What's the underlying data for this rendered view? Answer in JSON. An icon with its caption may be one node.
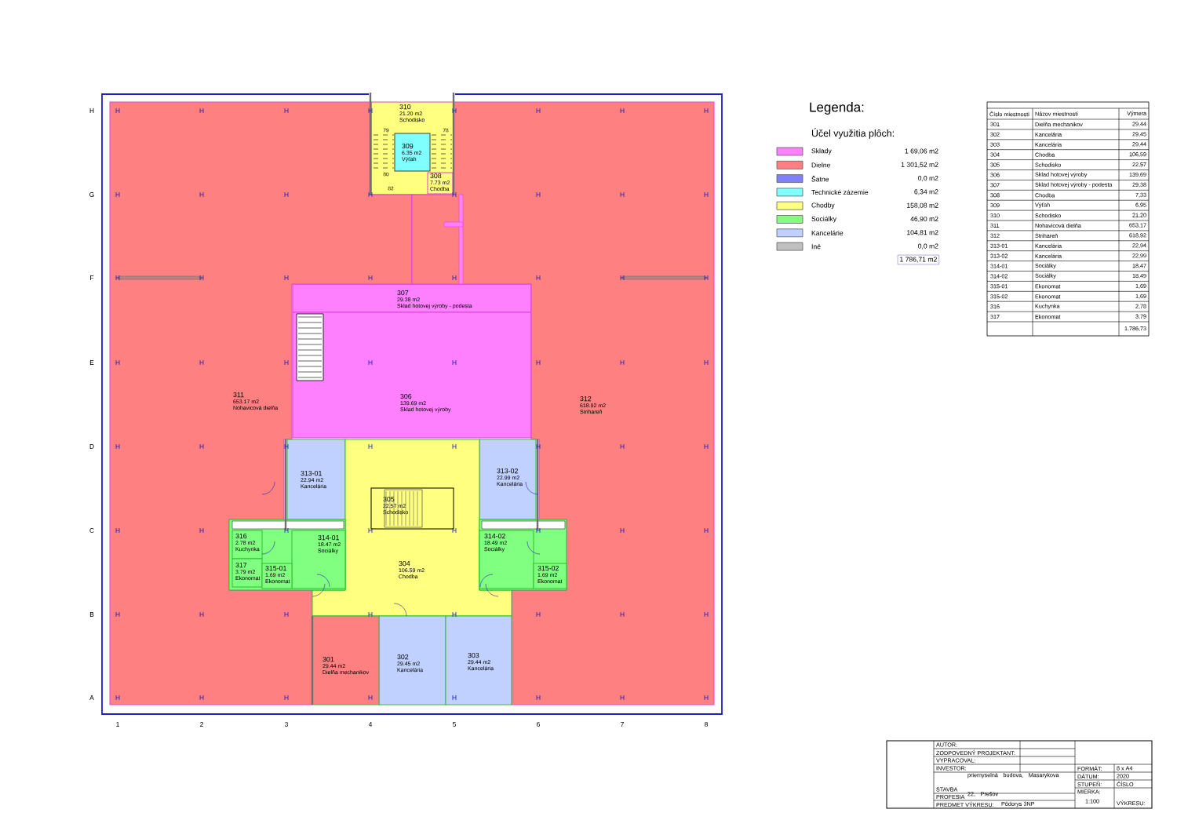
{
  "diagram": {
    "nodes": [
      {
        "text": [
          "310",
          "21.20 m2",
          "Schodisko"
        ]
      },
      {
        "text": [
          "309",
          "6.35 m2",
          "Výťah"
        ],
        "in": 0
      },
      {
        "text": [
          "308",
          "7.73 m2",
          "Chodba"
        ],
        "in": 0
      },
      {
        "text": [
          "307",
          "29.38 m2",
          "Sklad hotovej výroby - podesta"
        ]
      },
      {
        "text": [
          "311",
          "653.17 m2",
          "Nohavicová dielňa"
        ]
      },
      {
        "text": [
          "306",
          "139.69 m2",
          "Sklad hotovej výroby"
        ]
      },
      {
        "text": [
          "312",
          "618.92 m2",
          "Strihareň"
        ]
      },
      {
        "text": [
          "313-01",
          "22.94 m2",
          "Kancelária"
        ]
      },
      {
        "text": [
          "313-02",
          "22.99 m2",
          "Kancelária"
        ]
      },
      {
        "text": [
          "304",
          "106.59 m2",
          "Chodba"
        ]
      },
      {
        "text": [
          "305",
          "22.57 m2",
          "Schodisko"
        ],
        "in": 9
      },
      {
        "text": [
          "316",
          "2.78 m2",
          "Kuchynka"
        ]
      },
      {
        "text": [
          "314-01",
          "18.47 m2",
          "Sociálky"
        ]
      },
      {
        "text": [
          "314-02",
          "18.49 m2",
          "Sociálky"
        ]
      },
      {
        "text": [
          "317",
          "3.79 m2",
          "Ekonomat"
        ]
      },
      {
        "text": [
          "315-01",
          "1.69 m2",
          "Ekonomat"
        ]
      },
      {
        "text": [
          "315-02",
          "1.69 m2",
          "Ekonomat"
        ]
      },
      {
        "text": [
          "302",
          "29.45 m2",
          "Kancelária"
        ]
      },
      {
        "text": [
          "303",
          "29.44 m2",
          "Kancelária"
        ]
      },
      {
        "text": [
          "301",
          "29.44 m2",
          "Dielňa mechanikov"
        ]
      }
    ],
    "labels": [
      "H",
      "G",
      "F",
      "E",
      "D",
      "C",
      "B",
      "A",
      "1",
      "2",
      "3",
      "4",
      "5",
      "6",
      "7",
      "8",
      "79",
      "78",
      "80",
      "82",
      "Legenda:",
      "Účel využitia plôch:",
      "1 69,06 m2",
      "1 301,52 m2",
      "0,0 m2",
      "6,34 m2",
      "158,08 m2",
      "46,90 m2",
      "104,81 m2",
      "0,0 m2",
      "1 786,71 m2",
      "Číslo miestnosti",
      "Názov miestnosti",
      "Výmera",
      "301",
      "Dielňa mechanikov",
      "29,44",
      "302",
      "Kancelária",
      "29,45",
      "303",
      "Kancelária",
      "29,44",
      "304",
      "Chodba",
      "106,59",
      "305",
      "Schodisko",
      "22,57",
      "306",
      "Sklad hotovej výroby",
      "139,69",
      "307",
      "Sklad hotovej výroby - podesta",
      "29,38",
      "308",
      "Chodba",
      "7,33",
      "309",
      "Výťah",
      "6,95",
      "310",
      "Schodisko",
      "21,20",
      "311",
      "Nohavicová dielňa",
      "653,17",
      "312",
      "Strihareň",
      "618,92",
      "313-01",
      "Kancelária",
      "22,94",
      "313-02",
      "Kancelária",
      "22,99",
      "314-01",
      "Sociálky",
      "18,47",
      "314-02",
      "Sociálky",
      "18,49",
      "315-01",
      "Ekonomat",
      "1,69",
      "315-02",
      "Ekonomat",
      "1,69",
      "316",
      "Kuchynka",
      "2,78",
      "317",
      "Ekonomat",
      "3,79",
      "1.786,73",
      "AUTOR:",
      "ZODPOVEDNÝ PROJEKTANT:",
      "VYPRACOVAL:",
      "INVESTOR:",
      "FORMÁT:",
      "8 x A4",
      "DÁTUM:",
      "2020",
      "STUPEŇ:",
      "STAVBA",
      "priemyselná budova, Masarykova 22, Prešov",
      "MIERKA:",
      "ČÍSLO VÝKRESU:",
      "1:100",
      "PROFESIA",
      "PREDMET VÝKRESU:",
      "Pôdorys 3NP"
    ],
    "legend": [
      {
        "text": "Sklady",
        "color": "#ff80ff"
      },
      {
        "text": "Dielne",
        "color": "#ff8080"
      },
      {
        "text": "Šatne",
        "color": "#8080ff"
      },
      {
        "text": "Technické zázemie",
        "color": "#80ffff"
      },
      {
        "text": "Chodby",
        "color": "#ffff80"
      },
      {
        "text": "Sociálky",
        "color": "#80ff80"
      },
      {
        "text": "Kancelárie",
        "color": "#c0d0ff"
      },
      {
        "text": "Iné",
        "color": "#c0c0c0"
      }
    ]
  }
}
